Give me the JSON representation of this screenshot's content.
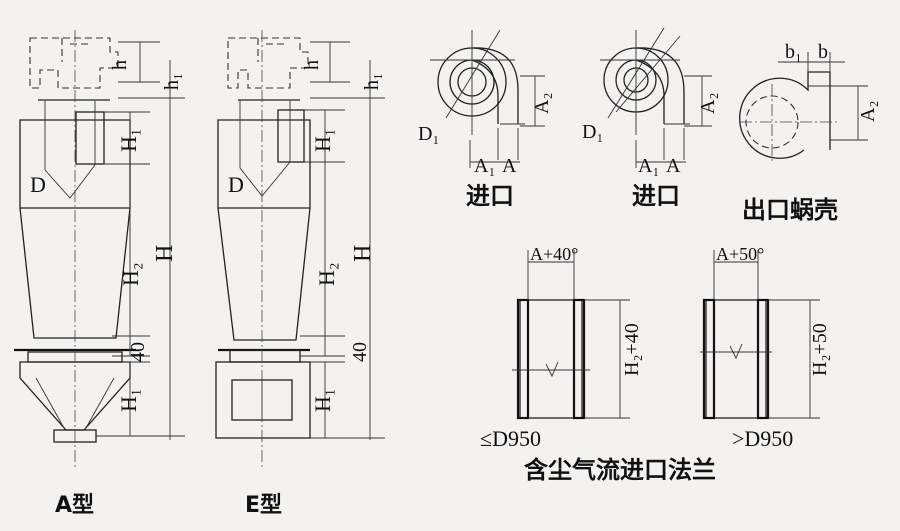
{
  "figure": {
    "type_a": {
      "caption": "A型",
      "dims": {
        "h": "h",
        "h1": "h₁",
        "H1_top": "H₁",
        "H": "H",
        "H2": "H₂",
        "gap": "40",
        "H1_bottom": "H₁",
        "D": "D"
      }
    },
    "type_e": {
      "caption": "E型",
      "dims": {
        "h": "h",
        "h1": "h₁",
        "H1_top": "H₁",
        "H": "H",
        "H2": "H₂",
        "gap": "40",
        "H1_bottom": "H₁",
        "D": "D"
      }
    },
    "inlet_1": {
      "caption": "进口",
      "D1": "D₁",
      "A1": "A₁",
      "A": "A",
      "A2": "A₂"
    },
    "inlet_2": {
      "caption": "进口",
      "D1": "D₁",
      "A1": "A₁",
      "A": "A",
      "A2": "A₂"
    },
    "outlet_volute": {
      "caption": "出口蜗壳",
      "b1": "b₁",
      "b": "b",
      "A2": "A₂"
    },
    "flange": {
      "caption": "含尘气流进口法兰",
      "left": {
        "top_dim": "A+40°",
        "side_dim": "H₂+40",
        "condition": "≤D950"
      },
      "right": {
        "top_dim": "A+50°",
        "side_dim": "H₂+50",
        "condition": ">D950"
      }
    }
  },
  "colors": {
    "background": "#f4f2f1",
    "ink": "#111111"
  }
}
